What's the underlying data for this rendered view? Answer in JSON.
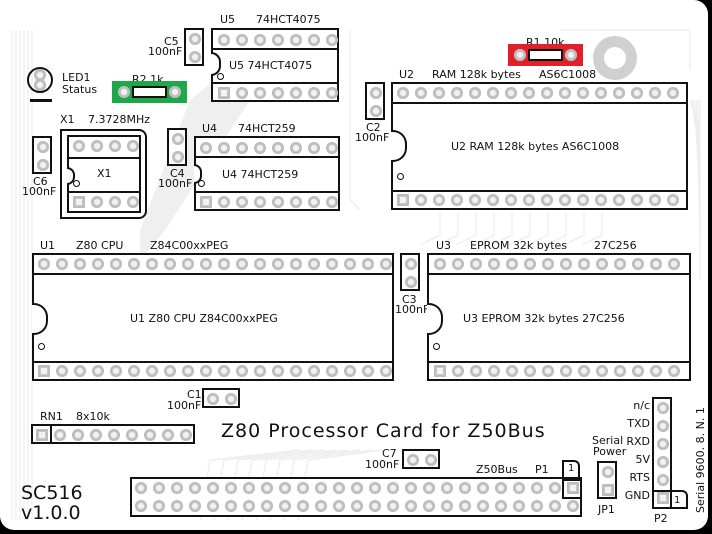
{
  "board": {
    "title": "Z80 Processor Card for Z50Bus",
    "name": "SC516",
    "version": "v1.0.0",
    "serial_settings": "Serial 9600. 8. N. 1",
    "highlight_colors": {
      "r1": "#e0202a",
      "r2": "#1fa84a"
    },
    "silkscreen_color": "#111111",
    "pad_color": "#c8c8c8"
  },
  "components": {
    "u1": {
      "ref": "U1",
      "desc": "Z80 CPU",
      "part": "Z84C00xxPEG",
      "body": "U1  Z80 CPU  Z84C00xxPEG",
      "pins_per_row": 20
    },
    "u2": {
      "ref": "U2",
      "desc": "RAM 128k bytes",
      "part": "AS6C1008",
      "body": "U2  RAM 128k bytes  AS6C1008",
      "pins_per_row": 16
    },
    "u3": {
      "ref": "U3",
      "desc": "EPROM 32k bytes",
      "part": "27C256",
      "body": "U3  EPROM 32k bytes  27C256",
      "pins_per_row": 14
    },
    "u4": {
      "ref": "U4",
      "part": "74HCT259",
      "body": "U4  74HCT259",
      "pins_per_row": 8
    },
    "u5": {
      "ref": "U5",
      "part": "74HCT4075",
      "body": "U5  74HCT4075",
      "pins_per_row": 7
    },
    "x1": {
      "ref": "X1",
      "freq": "7.3728MHz",
      "body": "X1",
      "pins_per_row": 4
    },
    "led1": {
      "ref": "LED1",
      "desc": "Status"
    },
    "r1": {
      "label": "R1  10k"
    },
    "r2": {
      "label": "R2  1k"
    },
    "c1": {
      "ref": "C1",
      "value": "100nF"
    },
    "c2": {
      "ref": "C2",
      "value": "100nF"
    },
    "c3": {
      "ref": "C3",
      "value": "100nF"
    },
    "c4": {
      "ref": "C4",
      "value": "100nF"
    },
    "c5": {
      "ref": "C5",
      "value": "100nF"
    },
    "c6": {
      "ref": "C6",
      "value": "100nF"
    },
    "c7": {
      "ref": "C7",
      "value": "100nF"
    },
    "rn1": {
      "ref": "RN1",
      "value": "8x10k",
      "pins": 9
    },
    "p1": {
      "ref": "P1",
      "bus": "Z50Bus",
      "pin1": "1",
      "pins_per_row": 25
    },
    "jp1": {
      "ref": "JP1",
      "label_line1": "Serial",
      "label_line2": "Power"
    },
    "p2": {
      "ref": "P2",
      "pin1": "1",
      "pins": [
        "n/c",
        "TXD",
        "RXD",
        "5V",
        "RTS",
        "GND"
      ]
    }
  }
}
